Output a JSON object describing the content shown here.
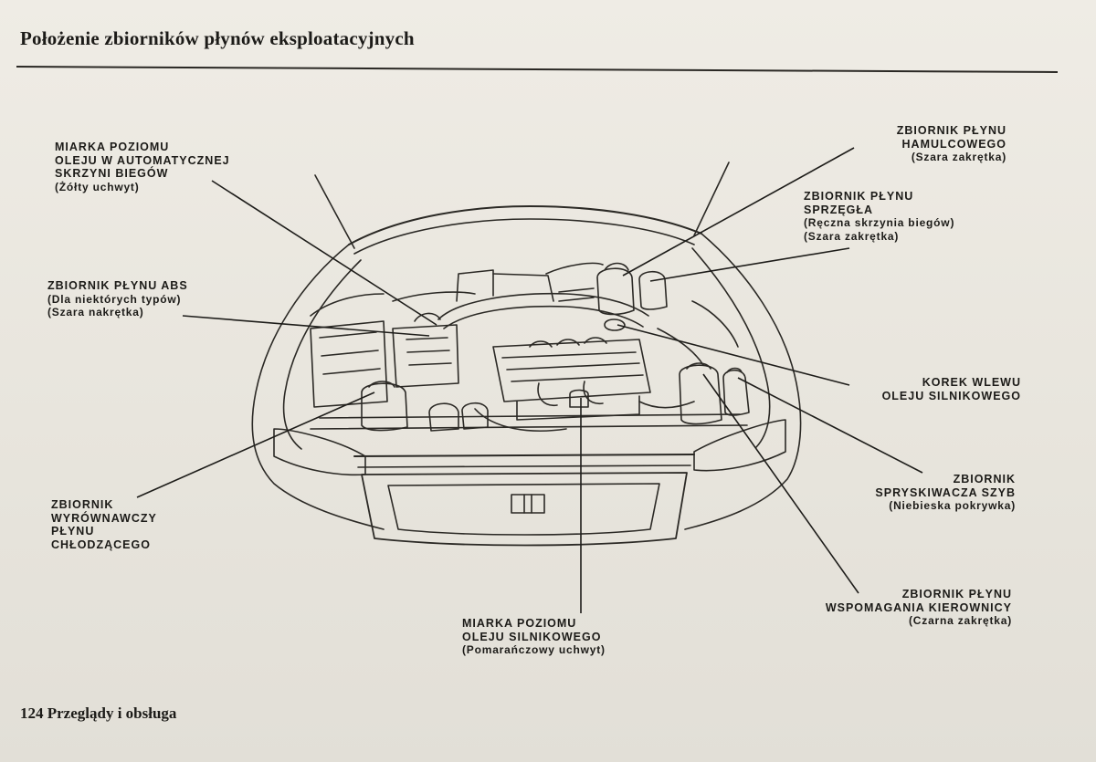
{
  "title": "Położenie zbiorników płynów eksploatacyjnych",
  "footer": "124 Przeglądy i obsługa",
  "labels": {
    "atf_dipstick": {
      "line1": "MIARKA POZIOMU",
      "line2": "OLEJU W AUTOMATYCZNEJ",
      "line3": "SKRZYNI BIEGÓW",
      "note": "(Żółty uchwyt)"
    },
    "abs_reservoir": {
      "line1": "ZBIORNIK PŁYNU ABS",
      "note1": "(Dla niektórych typów)",
      "note2": "(Szara nakrętka)"
    },
    "coolant_reservoir": {
      "line1": "ZBIORNIK",
      "line2": "WYRÓWNAWCZY",
      "line3": "PŁYNU",
      "line4": "CHŁODZĄCEGO"
    },
    "engine_oil_dipstick": {
      "line1": "MIARKA POZIOMU",
      "line2": "OLEJU SILNIKOWEGO",
      "note": "(Pomarańczowy uchwyt)"
    },
    "brake_reservoir": {
      "line1": "ZBIORNIK PŁYNU",
      "line2": "HAMULCOWEGO",
      "note": "(Szara zakrętka)"
    },
    "clutch_reservoir": {
      "line1": "ZBIORNIK PŁYNU",
      "line2": "SPRZĘGŁA",
      "note1": "(Ręczna skrzynia biegów)",
      "note2": "(Szara zakrętka)"
    },
    "oil_filler_cap": {
      "line1": "KOREK WLEWU",
      "line2": "OLEJU SILNIKOWEGO"
    },
    "washer_reservoir": {
      "line1": "ZBIORNIK",
      "line2": "SPRYSKIWACZA SZYB",
      "note": "(Niebieska pokrywka)"
    },
    "power_steering_reservoir": {
      "line1": "ZBIORNIK PŁYNU",
      "line2": "WSPOMAGANIA KIEROWNICY",
      "note": "(Czarna zakrętka)"
    }
  }
}
